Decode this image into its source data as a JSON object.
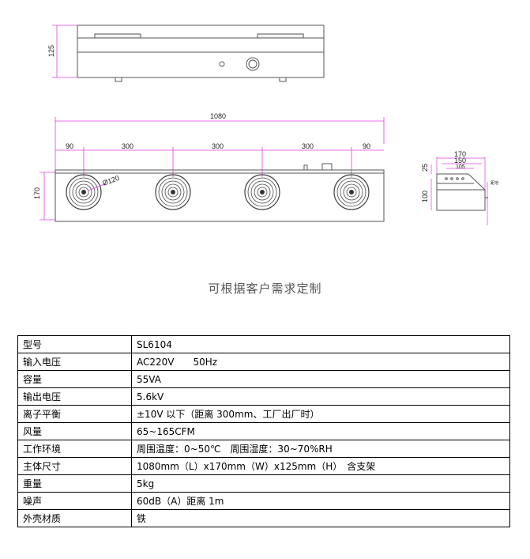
{
  "drawing": {
    "side_height_label": "125",
    "total_length_label": "1080",
    "segment_labels": [
      "90",
      "300",
      "300",
      "300",
      "90"
    ],
    "front_height_label": "170",
    "fan_diameter_label": "Ø120",
    "end_view_labels": {
      "width_170": "170",
      "width_150": "150",
      "width_105": "105",
      "height_25": "25",
      "height_100": "100",
      "note": "距地"
    }
  },
  "caption": "可根据客户需求定制",
  "specs": [
    {
      "key": "型号",
      "value": "SL6104"
    },
    {
      "key": "输入电压",
      "value": "AC220V　　50Hz"
    },
    {
      "key": "容量",
      "value": "55VA"
    },
    {
      "key": "输出电压",
      "value": "5.6kV"
    },
    {
      "key": "离子平衡",
      "value": "±10V 以下（距离 300mm、工厂出厂时）"
    },
    {
      "key": "风量",
      "value": "65~165CFM"
    },
    {
      "key": "工作环境",
      "value": "周围温度：0~50℃　周围湿度：30~70%RH"
    },
    {
      "key": "主体尺寸",
      "value": "1080mm（L）x170mm（W）x125mm（H）　含支架"
    },
    {
      "key": "重量",
      "value": "5kg"
    },
    {
      "key": "噪声",
      "value": "60dB（A）距离 1m"
    },
    {
      "key": "外壳材质",
      "value": "铁"
    }
  ],
  "colors": {
    "dimension_line": "#e040e0",
    "outline": "#555555"
  }
}
